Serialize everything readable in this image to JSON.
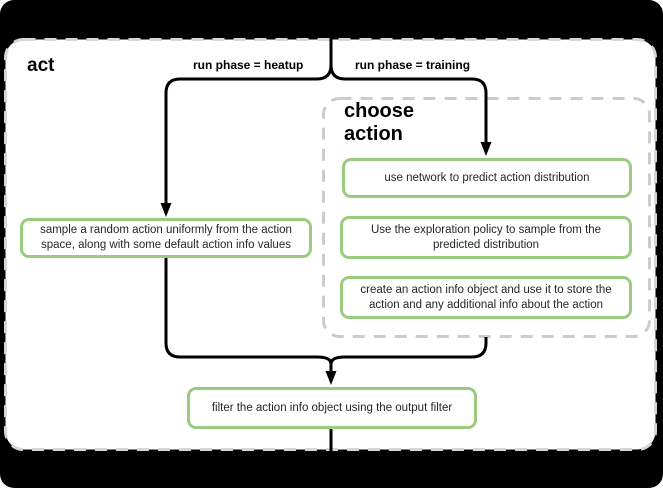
{
  "diagram": {
    "lane_title": "act",
    "branches": {
      "heatup": "run phase = heatup",
      "training": "run phase = training"
    },
    "group_title": "choose action",
    "nodes": {
      "sample_random_action": "sample a random action uniformly from the action space, along with some default action info values",
      "use_network": "use network to predict action distribution",
      "exploration_policy": "Use the exploration policy to sample from the predicted distribution",
      "create_action_info": "create an action info object and use it to store the action and any additional info about the action",
      "filter_output": "filter the action info object using the output filter"
    },
    "colors": {
      "node_border": "#9bcb7e",
      "connector": "#000000",
      "group_border": "#cccccc",
      "lane_border": "#d6d6d6",
      "frame_background": "#000000",
      "node_background": "#ffffff"
    }
  }
}
